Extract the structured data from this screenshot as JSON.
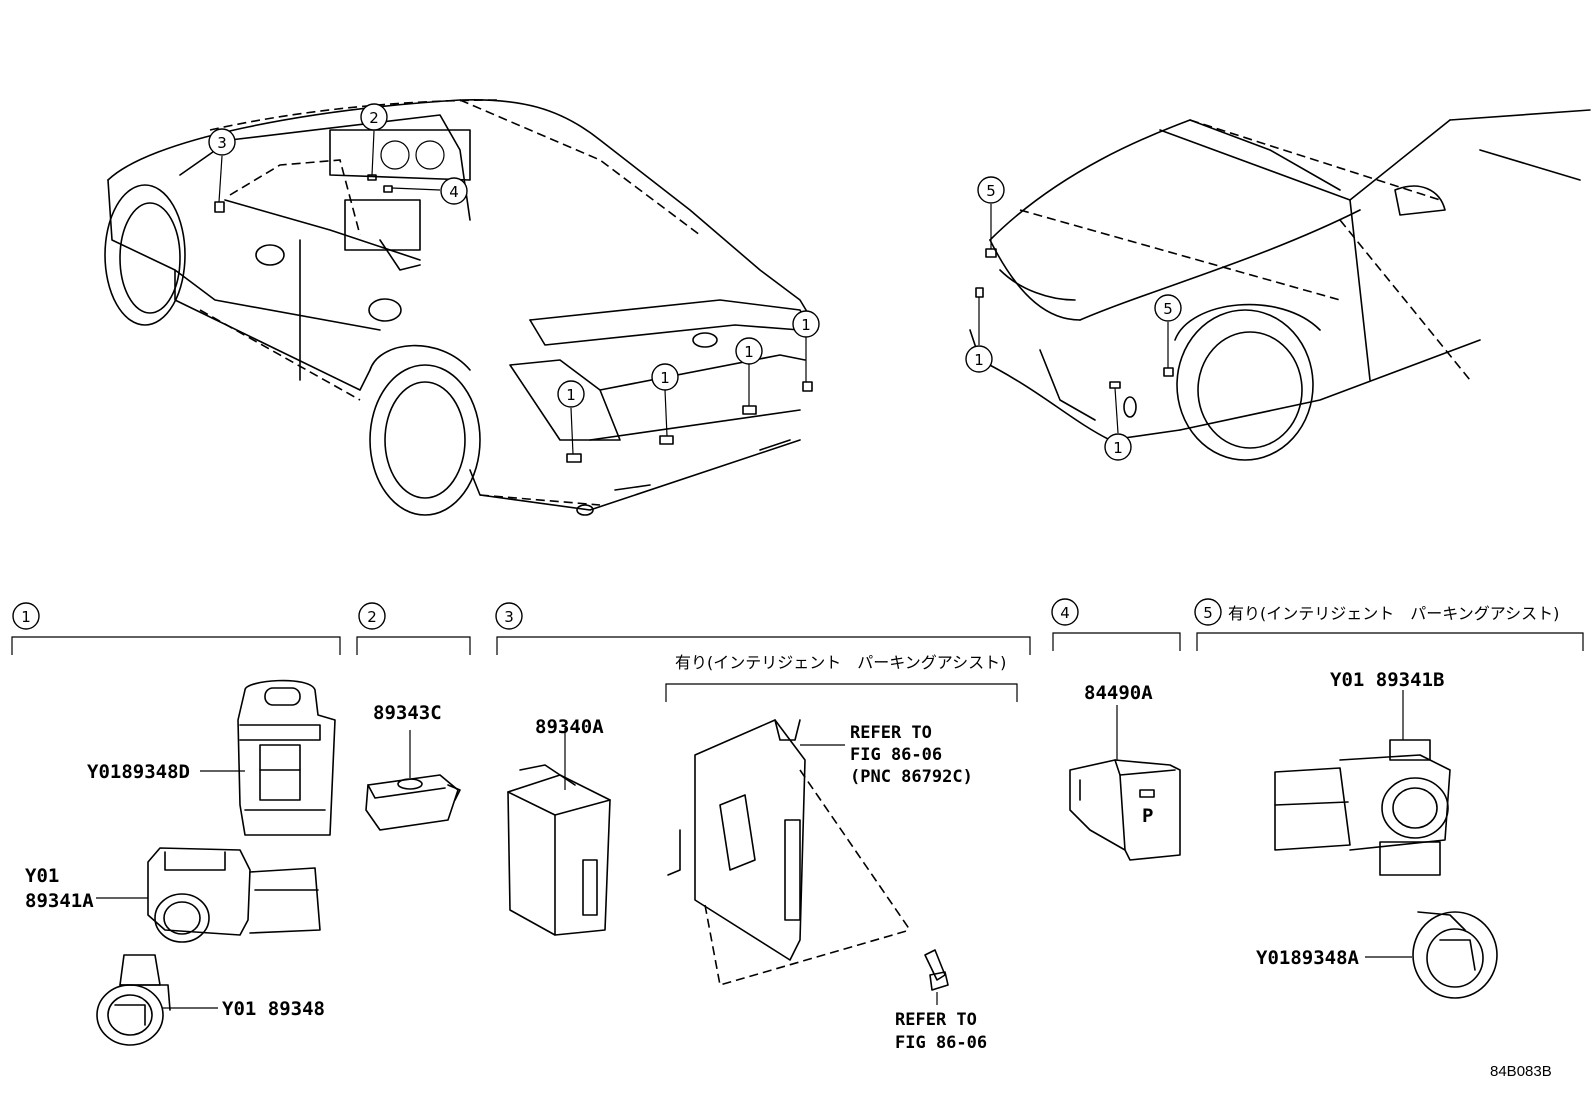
{
  "callouts": {
    "c1": "1",
    "c2": "2",
    "c3": "3",
    "c4": "4",
    "c5": "5"
  },
  "group_5_note": "有り(インテリジェント　パーキングアシスト)",
  "group_3_sub_note": "有り(インテリジェント　パーキングアシスト)",
  "parts": {
    "p_89348D": "Y0189348D",
    "p_89341A_l1": "Y01",
    "p_89341A_l2": "89341A",
    "p_89348": "Y01 89348",
    "p_89343C": "89343C",
    "p_89340A": "89340A",
    "p_84490A": "84490A",
    "p_89341B": "Y01 89341B",
    "p_89348A": "Y0189348A"
  },
  "refs": {
    "ref1_l1": "REFER TO",
    "ref1_l2": "FIG 86-06",
    "ref1_l3": "(PNC 86792C)",
    "ref2_l1": "REFER TO",
    "ref2_l2": "FIG 86-06"
  },
  "switch_label": "P",
  "diagram_code": "84B083B"
}
